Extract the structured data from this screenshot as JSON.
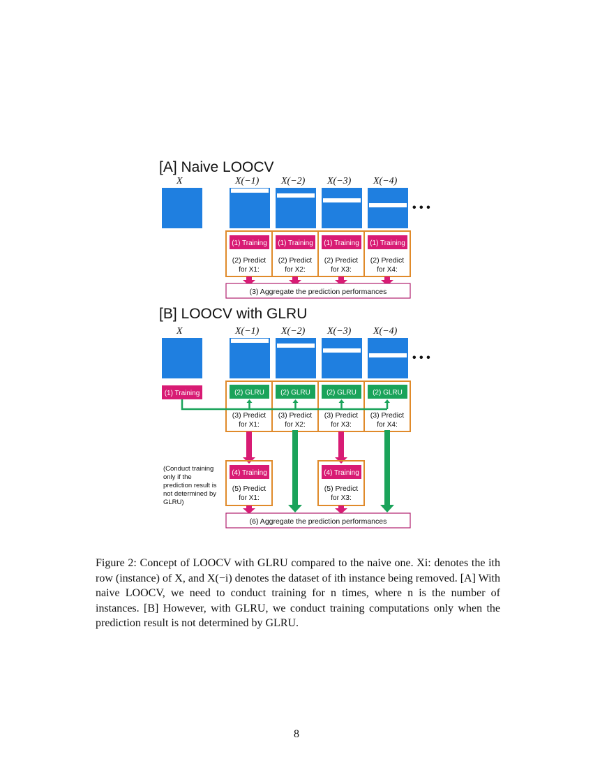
{
  "figure": {
    "section_a_title": "[A] Naive LOOCV",
    "section_b_title": "[B] LOOCV with GLRU",
    "matrix_labels": [
      "X",
      "X(−1)",
      "X(−2)",
      "X(−3)",
      "X(−4)"
    ],
    "ellipsis": "• • •",
    "training_label": "(1) Training",
    "a_predict_lines": [
      "(2) Predict",
      "for X1:",
      "for X2:",
      "for X3:",
      "for X4:"
    ],
    "a_aggregate": "(3) Aggregate the prediction performances",
    "b_training_label": "(1) Training",
    "glru_label": "(2) GLRU",
    "b_predict_lines": [
      "(3) Predict",
      "for X1:",
      "for X2:",
      "for X3:",
      "for X4:"
    ],
    "retrain_label": "(4) Training",
    "retrain_predict_line": "(5) Predict",
    "retrain_for": [
      "for X1:",
      "for X3:"
    ],
    "note_lines": [
      "(Conduct training",
      "only if the",
      "prediction result is",
      "not determined by",
      "GLRU)"
    ],
    "b_aggregate": "(6) Aggregate the prediction performances"
  },
  "caption": {
    "text": "Figure 2: Concept of LOOCV with GLRU compared to the naive one. Xi: denotes the ith row (instance) of X, and X(−i) denotes the dataset of ith instance being removed. [A] With naive LOOCV, we need to conduct training for n times, where n is the number of instances. [B] However, with GLRU, we conduct training computations only when the prediction result is not determined by GLRU."
  },
  "page_number": "8",
  "colors": {
    "matrix_blue": "#1f7fe0",
    "training_magenta": "#d81b74",
    "glru_green": "#1aa35a",
    "box_orange": "#e08a2a",
    "aggregate_border": "#b0206e"
  }
}
